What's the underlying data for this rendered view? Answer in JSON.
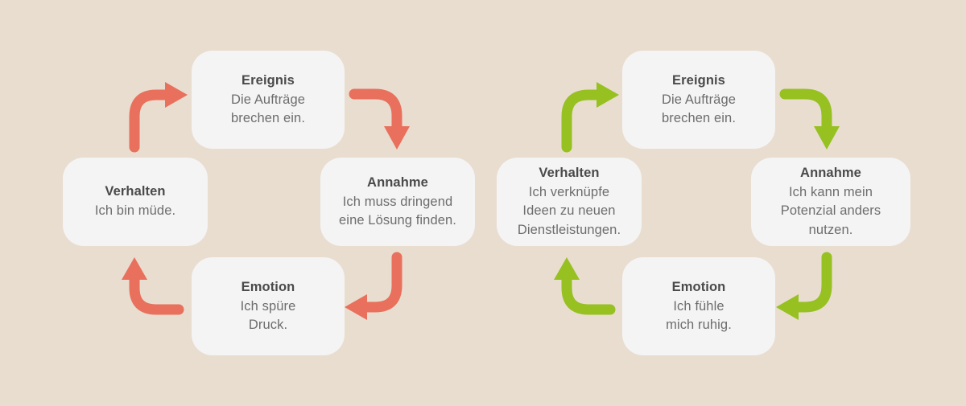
{
  "theme": {
    "background_color": "#e9ddd0",
    "node_fill_color": "#f4f4f4",
    "title_text_color": "#4a4a4a",
    "body_text_color": "#6d6d6d",
    "left_cycle_arrow_color": "#e8705c",
    "right_cycle_arrow_color": "#96c121"
  },
  "cycles": [
    {
      "name": "negative-cycle",
      "arrow_color": "#e8705c",
      "nodes": {
        "ereignis": {
          "title": "Ereignis",
          "body": "Die Aufträge\nbrechen ein."
        },
        "annahme": {
          "title": "Annahme",
          "body": "Ich muss dringend\neine Lösung finden."
        },
        "emotion": {
          "title": "Emotion",
          "body": "Ich spüre\nDruck."
        },
        "verhalten": {
          "title": "Verhalten",
          "body": "Ich bin müde."
        }
      },
      "arrows": [
        {
          "name": "arrow-verhalten-to-ereignis",
          "from": "verhalten",
          "to": "ereignis",
          "direction": "right"
        },
        {
          "name": "arrow-ereignis-to-annahme",
          "from": "ereignis",
          "to": "annahme",
          "direction": "down"
        },
        {
          "name": "arrow-annahme-to-emotion",
          "from": "annahme",
          "to": "emotion",
          "direction": "left"
        },
        {
          "name": "arrow-emotion-to-verhalten",
          "from": "emotion",
          "to": "verhalten",
          "direction": "up"
        }
      ]
    },
    {
      "name": "positive-cycle",
      "arrow_color": "#96c121",
      "nodes": {
        "ereignis": {
          "title": "Ereignis",
          "body": "Die Aufträge\nbrechen ein."
        },
        "annahme": {
          "title": "Annahme",
          "body": "Ich kann mein\nPotenzial anders\nnutzen."
        },
        "emotion": {
          "title": "Emotion",
          "body": "Ich fühle\nmich ruhig."
        },
        "verhalten": {
          "title": "Verhalten",
          "body": "Ich verknüpfe\nIdeen zu neuen\nDienstleistungen."
        }
      },
      "arrows": [
        {
          "name": "arrow-verhalten-to-ereignis",
          "from": "verhalten",
          "to": "ereignis",
          "direction": "right"
        },
        {
          "name": "arrow-ereignis-to-annahme",
          "from": "ereignis",
          "to": "annahme",
          "direction": "down"
        },
        {
          "name": "arrow-annahme-to-emotion",
          "from": "annahme",
          "to": "emotion",
          "direction": "left"
        },
        {
          "name": "arrow-emotion-to-verhalten",
          "from": "emotion",
          "to": "verhalten",
          "direction": "up"
        }
      ]
    }
  ]
}
